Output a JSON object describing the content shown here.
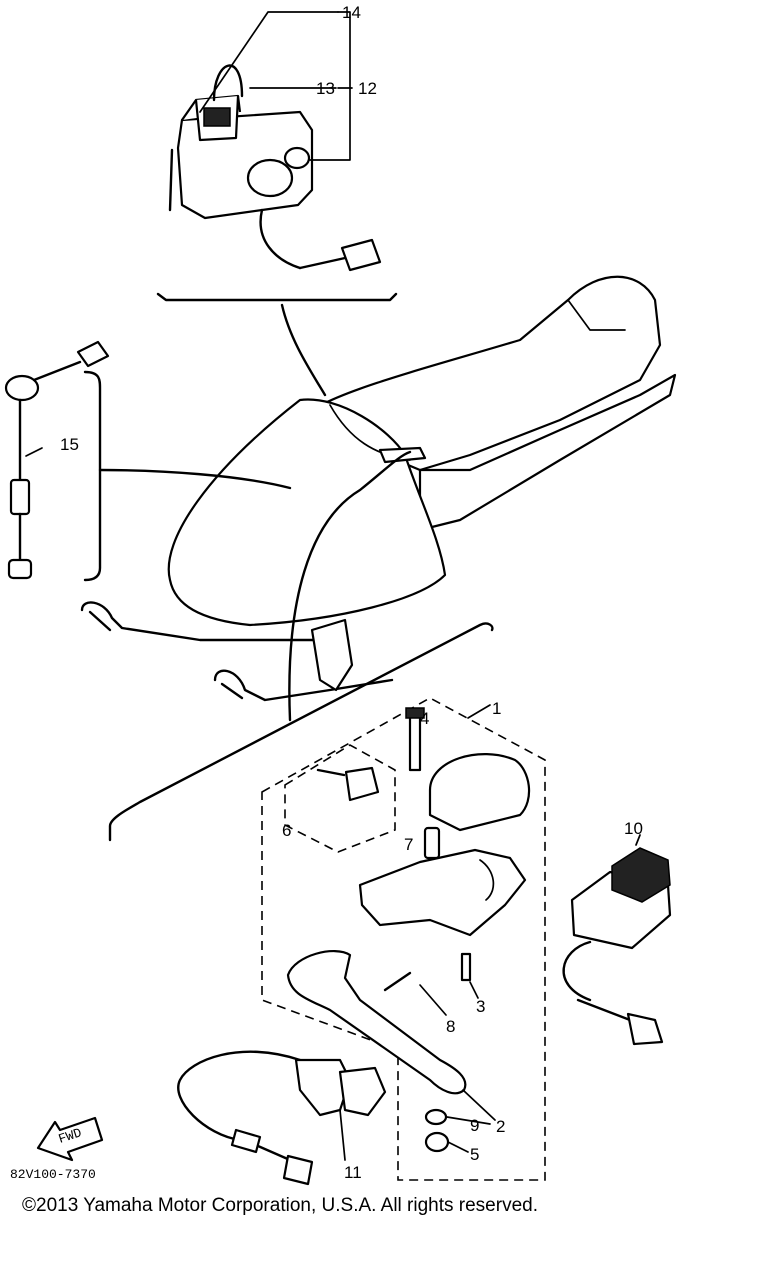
{
  "callouts": {
    "c1": "1",
    "c2": "2",
    "c3": "3",
    "c4": "4",
    "c5": "5",
    "c6": "6",
    "c7": "7",
    "c8": "8",
    "c9": "9",
    "c10": "10",
    "c11": "11",
    "c12": "12",
    "c13": "13",
    "c14": "14",
    "c15": "15"
  },
  "marks": {
    "fwd": "FWD",
    "sheet_code": "82V100-7370"
  },
  "footer": {
    "copyright": "©2013 Yamaha Motor Corporation, U.S.A. All rights reserved."
  }
}
